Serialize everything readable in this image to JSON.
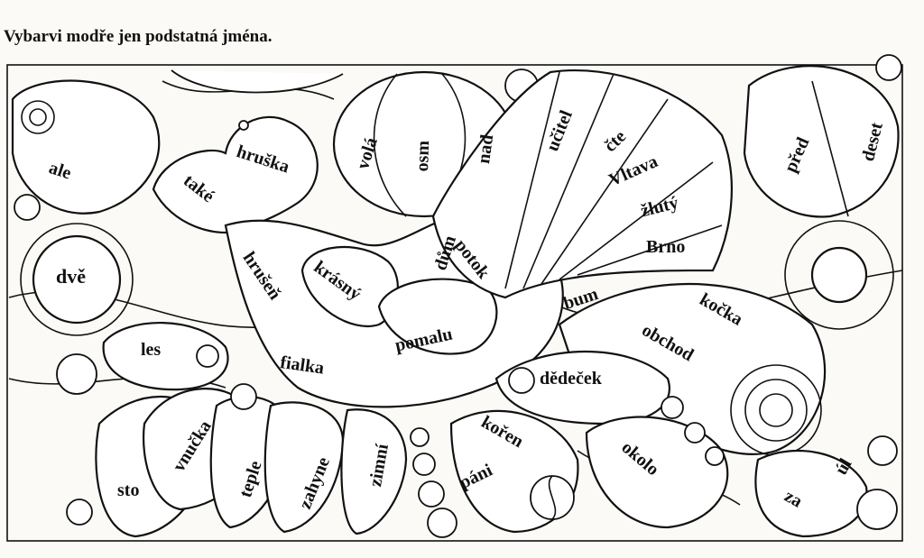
{
  "worksheet": {
    "instruction": "Vybarvi modře jen podstatná jména.",
    "words": [
      {
        "id": "ale",
        "text": "ale"
      },
      {
        "id": "take",
        "text": "také"
      },
      {
        "id": "hruska",
        "text": "hruška"
      },
      {
        "id": "vola",
        "text": "volá"
      },
      {
        "id": "osm",
        "text": "osm"
      },
      {
        "id": "nad",
        "text": "nad"
      },
      {
        "id": "ucitel",
        "text": "učitel"
      },
      {
        "id": "cte",
        "text": "čte"
      },
      {
        "id": "vltava",
        "text": "Vltava"
      },
      {
        "id": "zluty",
        "text": "žlutý"
      },
      {
        "id": "brno",
        "text": "Brno"
      },
      {
        "id": "pred",
        "text": "před"
      },
      {
        "id": "deset",
        "text": "deset"
      },
      {
        "id": "dve",
        "text": "dvě"
      },
      {
        "id": "hrusen",
        "text": "hrušeň"
      },
      {
        "id": "krasny",
        "text": "krásný"
      },
      {
        "id": "dum",
        "text": "dům"
      },
      {
        "id": "potok",
        "text": "potok"
      },
      {
        "id": "pomalu",
        "text": "pomalu"
      },
      {
        "id": "bum",
        "text": "bum"
      },
      {
        "id": "kocka",
        "text": "kočka"
      },
      {
        "id": "obchod",
        "text": "obchod"
      },
      {
        "id": "les",
        "text": "les"
      },
      {
        "id": "fialka",
        "text": "fialka"
      },
      {
        "id": "dedecek",
        "text": "dědeček"
      },
      {
        "id": "vnucka",
        "text": "vnučka"
      },
      {
        "id": "sto",
        "text": "sto"
      },
      {
        "id": "teple",
        "text": "teple"
      },
      {
        "id": "zahyne",
        "text": "zahyne"
      },
      {
        "id": "zimni",
        "text": "zimní"
      },
      {
        "id": "koren",
        "text": "kořen"
      },
      {
        "id": "pani",
        "text": "páni"
      },
      {
        "id": "okolo",
        "text": "okolo"
      },
      {
        "id": "za",
        "text": "za"
      },
      {
        "id": "ul",
        "text": "úl"
      }
    ]
  }
}
